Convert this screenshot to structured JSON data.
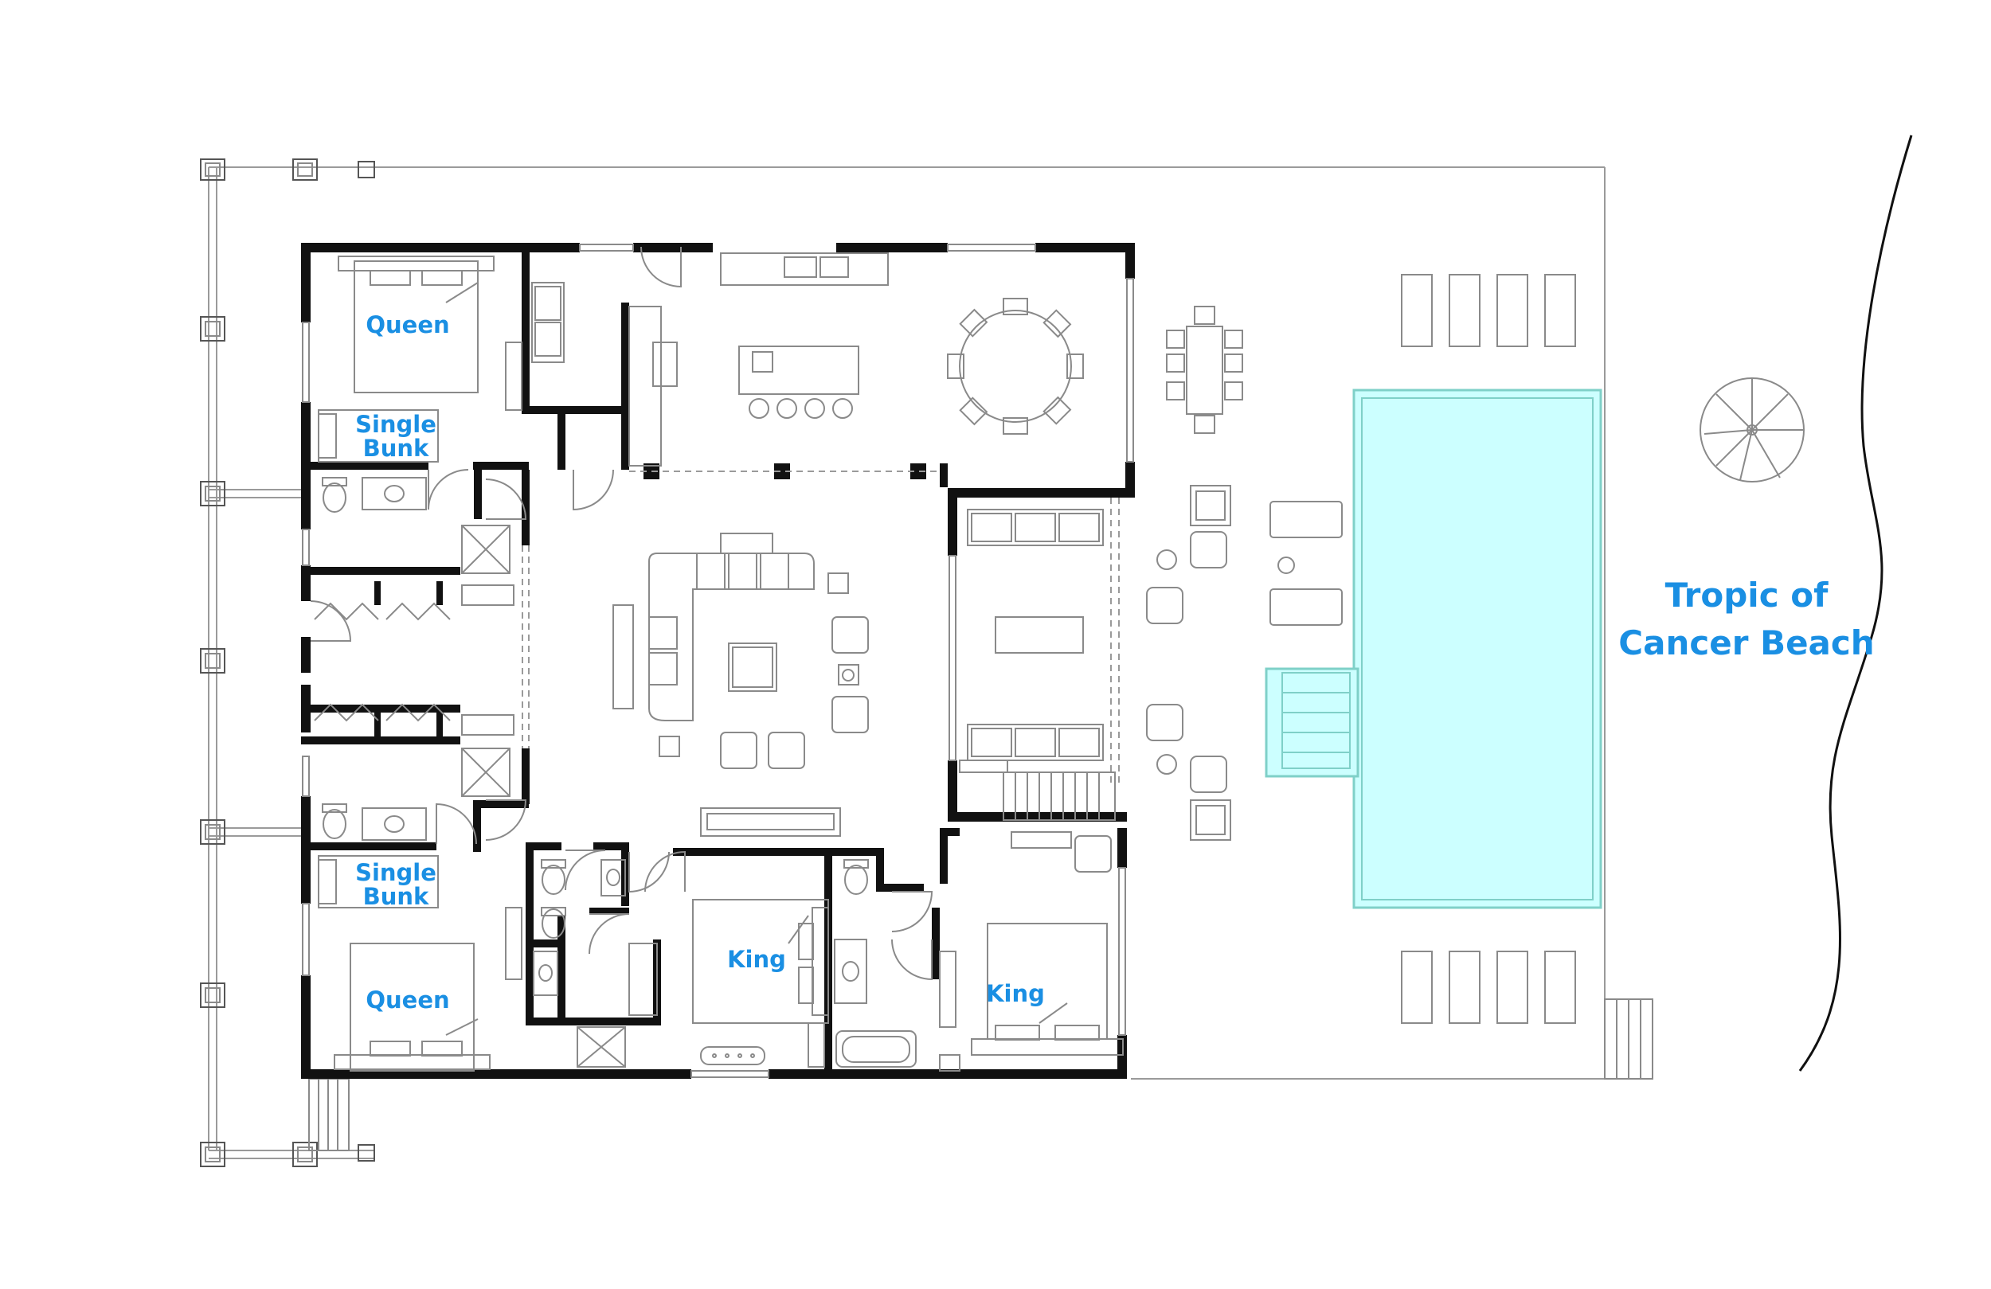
{
  "plan": {
    "rooms": {
      "queen_top": "Queen",
      "bunk_top_line1": "Single",
      "bunk_top_line2": "Bunk",
      "bunk_bottom_line1": "Single",
      "bunk_bottom_line2": "Bunk",
      "queen_bottom": "Queen",
      "king_center": "King",
      "king_right": "King"
    },
    "beach_line1": "Tropic of",
    "beach_line2": "Cancer Beach",
    "colors": {
      "label": "#1a8fe3",
      "pool_fill": "#ccffff",
      "pool_border": "#7fd0c8",
      "wall": "#111111",
      "line": "#9a9a9a"
    }
  }
}
